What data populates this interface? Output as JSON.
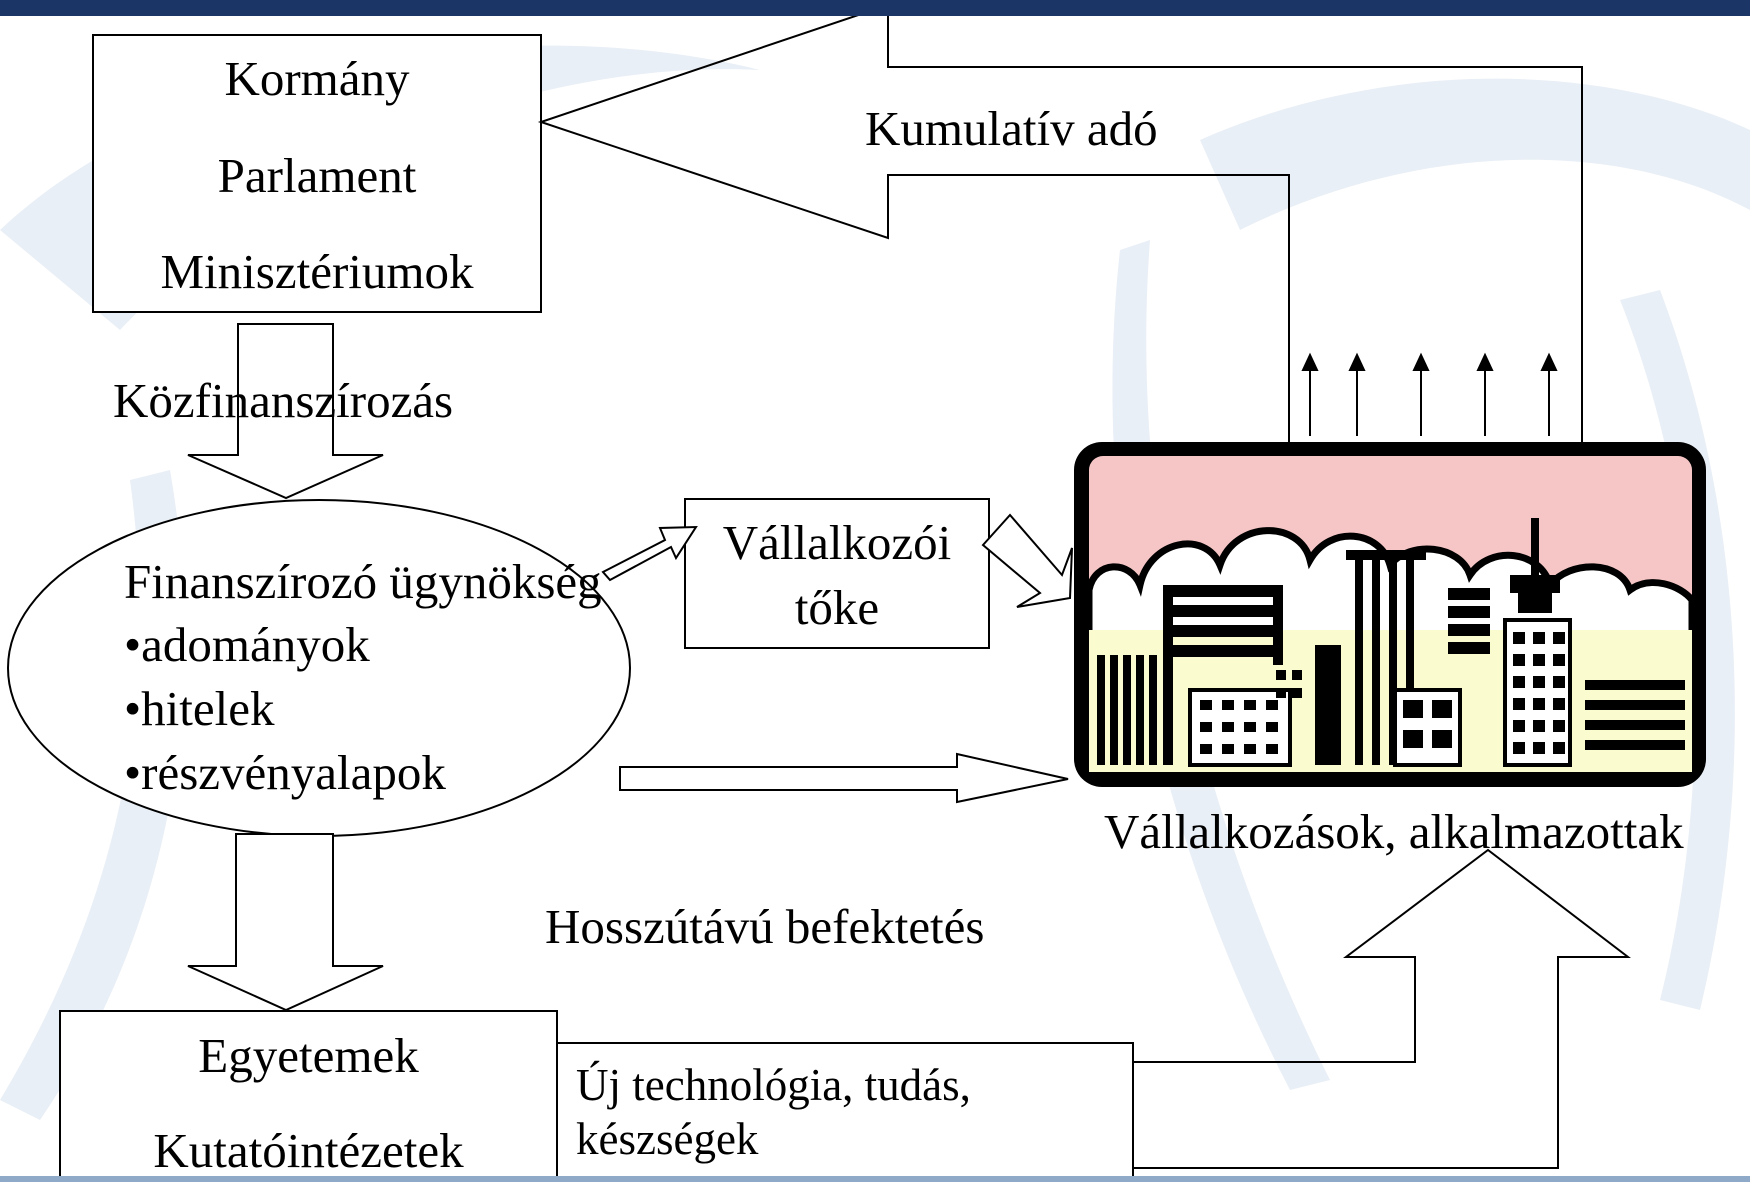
{
  "diagram": {
    "government": {
      "line1": "Kormány",
      "line2": "Parlament",
      "line3": "Minisztériumok"
    },
    "tax_label": "Kumulatív adó",
    "public_funding_label": "Közfinanszírozás",
    "agency": {
      "title": "Finanszírozó ügynökség",
      "items": [
        "•adományok",
        "•hitelek",
        "•részvényalapok"
      ]
    },
    "venture_capital": {
      "line1": "Vállalkozói",
      "line2": "tőke"
    },
    "businesses_label": "Vállalkozások, alkalmazottak",
    "long_term_label": "Hosszútávú befektetés",
    "universities": {
      "line1": "Egyetemek",
      "line2": "Kutatóintézetek"
    },
    "new_tech": {
      "line1": "Új technológia, tudás,",
      "line2": "készségek"
    },
    "colors": {
      "header_bar": "#1a3566",
      "sky": "#f6c6c6",
      "ground": "#fbfbd0",
      "watermark": "#e6edf5"
    },
    "icons": [
      "city-skyline-icon"
    ]
  }
}
